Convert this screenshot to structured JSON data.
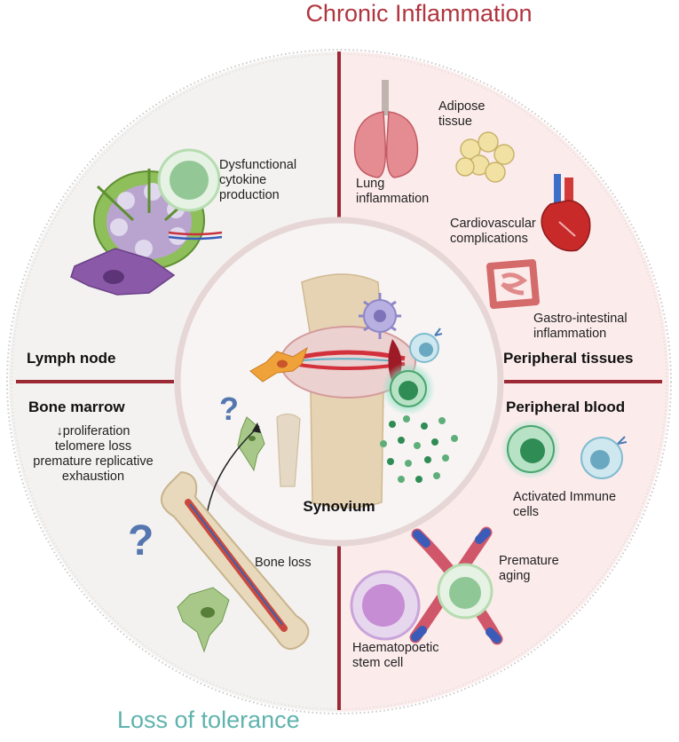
{
  "titles": {
    "top": "Chronic Inflammation",
    "bottom": "Loss of tolerance"
  },
  "center": {
    "label": "Synovium",
    "question_mark": "?"
  },
  "quadrants": {
    "lymph_node": {
      "heading": "Lymph node",
      "label": "Dysfunctional cytokine production"
    },
    "peripheral_tissues": {
      "heading": "Peripheral tissues",
      "lung": "Lung inflammation",
      "adipose": "Adipose tissue",
      "cardio": "Cardiovascular complications",
      "gastro": "Gastro-intestinal inflammation"
    },
    "bone_marrow": {
      "heading": "Bone marrow",
      "line1": "↓proliferation",
      "line2": "telomere loss",
      "line3": "premature replicative",
      "line4": "exhaustion",
      "bone_loss": "Bone loss",
      "question_mark": "?"
    },
    "peripheral_blood": {
      "heading": "Peripheral blood",
      "activated": "Activated Immune cells",
      "aging": "Premature aging",
      "stem": "Haematopoetic stem cell"
    }
  },
  "colors": {
    "title_red": "#b0353f",
    "title_teal": "#5fb3ad",
    "divider": "#9c2a35",
    "left_bg": "#f3f2f0",
    "right_bg": "#fcebeb"
  }
}
